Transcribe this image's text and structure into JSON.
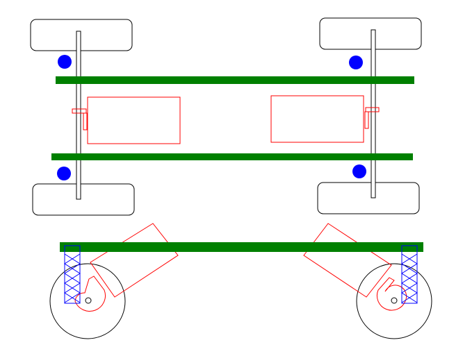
{
  "diagram": {
    "views": [
      "top-view",
      "side-view"
    ],
    "colors": {
      "background": "#ffffff",
      "rail": "#008000",
      "wheel_outline": "#000000",
      "axle_outline": "#000000",
      "bearing": "#0000ff",
      "motor_outline": "#ff0000",
      "suspension": "#0000ff"
    },
    "top_view": {
      "rails": 2,
      "wheels": 4,
      "axles": 2,
      "bearings": 4,
      "motors": 2
    },
    "side_view": {
      "rails": 1,
      "wheels": 2,
      "suspension_columns": 2,
      "motors": 2
    }
  }
}
